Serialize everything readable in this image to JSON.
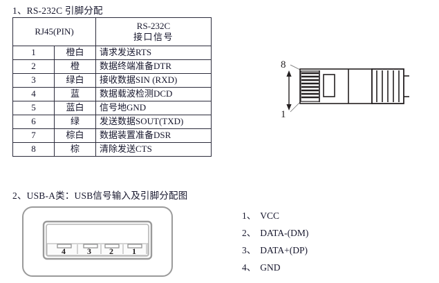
{
  "sections": {
    "rs232": {
      "heading": "1、RS-232C 引脚分配",
      "table": {
        "header": {
          "pin_group": "RJ45(PIN)",
          "signal_line1": "RS-232C",
          "signal_line2": "接口信号"
        },
        "rows": [
          {
            "pin": "1",
            "color": "橙白",
            "signal": "请求发送RTS"
          },
          {
            "pin": "2",
            "color": "橙",
            "signal": "数据终端准备DTR"
          },
          {
            "pin": "3",
            "color": "绿白",
            "signal": "接收数据SIN (RXD)"
          },
          {
            "pin": "4",
            "color": "蓝",
            "signal": "数据载波检测DCD"
          },
          {
            "pin": "5",
            "color": "蓝白",
            "signal": "信号地GND"
          },
          {
            "pin": "6",
            "color": "绿",
            "signal": "发送数据SOUT(TXD)"
          },
          {
            "pin": "7",
            "color": "棕白",
            "signal": "数据装置准备DSR"
          },
          {
            "pin": "8",
            "color": "棕",
            "signal": "清除发送CTS"
          }
        ]
      },
      "connector_diagram": {
        "name": "rj45-plug-side-view",
        "top_pin_label": "8",
        "bottom_pin_label": "1",
        "contact_count": 8,
        "boot_rib_count": 5
      }
    },
    "usb": {
      "heading": "2、USB-A类：USB信号输入及引脚分配图",
      "port_diagram": {
        "name": "usb-a-receptacle-front-view",
        "pin_labels": [
          "4",
          "3",
          "2",
          "1"
        ],
        "contact_count": 4
      },
      "pinout": [
        {
          "num": "1、",
          "label": "VCC"
        },
        {
          "num": "2、",
          "label": "DATA-(DM)"
        },
        {
          "num": "3、",
          "label": "DATA+(DP)"
        },
        {
          "num": "4、",
          "label": "GND"
        }
      ]
    }
  },
  "colors": {
    "ink": "#16162c",
    "rule": "#2a2a3a",
    "drawing_dark": "#231f20",
    "drawing_gray": "#8c8c8c",
    "page_background": "#ffffff"
  }
}
